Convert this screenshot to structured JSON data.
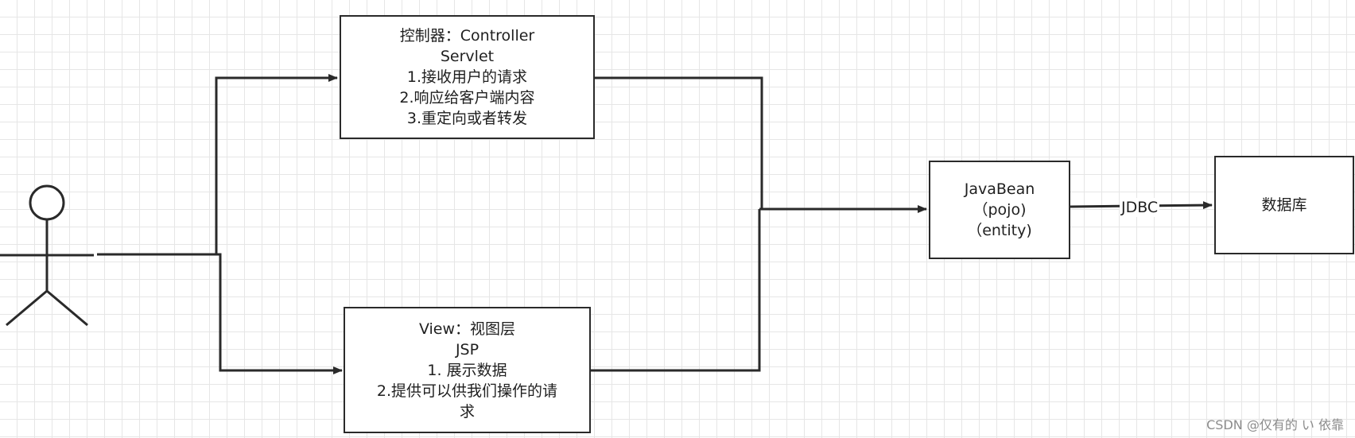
{
  "controller": {
    "lines": [
      "控制器：Controller",
      "Servlet",
      "1.接收用户的请求",
      "2.响应给客户端内容",
      "3.重定向或者转发"
    ]
  },
  "view": {
    "lines": [
      "View：视图层",
      "JSP",
      "1. 展示数据",
      "2.提供可以供我们操作的请",
      "求"
    ]
  },
  "javabean": {
    "lines": [
      "JavaBean",
      "（pojo)",
      "（entity)"
    ]
  },
  "database": {
    "label": "数据库"
  },
  "connectors": {
    "jdbc_label": "JDBC"
  },
  "watermark": "CSDN @仅有的 い 依靠",
  "colors": {
    "line": "#2a2a2a",
    "grid": "#e6e6e6",
    "box_fill": "#ffffff",
    "text": "#1f1f1f",
    "watermark": "#8c8c8c"
  }
}
